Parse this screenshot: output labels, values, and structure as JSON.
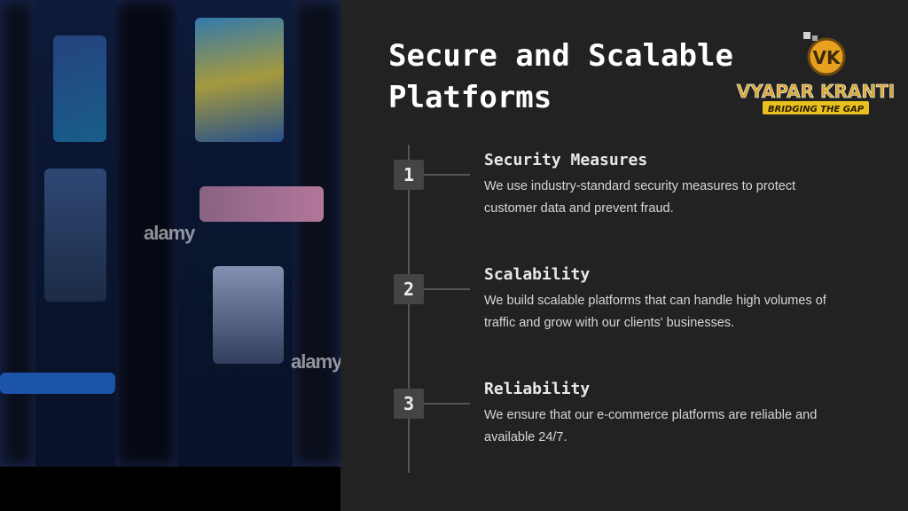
{
  "title": "Secure and Scalable Platforms",
  "logo": {
    "name": "VYAPAR KRANTI",
    "tagline": "BRIDGING THE GAP",
    "monogram": "VK"
  },
  "photo": {
    "watermarks": [
      "alamy",
      "alamy"
    ]
  },
  "steps": [
    {
      "number": "1",
      "heading": "Security Measures",
      "description": "We use industry-standard security measures to protect customer data and prevent fraud."
    },
    {
      "number": "2",
      "heading": "Scalability",
      "description": "We build scalable platforms that can handle high volumes of traffic and grow with our clients' businesses."
    },
    {
      "number": "3",
      "heading": "Reliability",
      "description": "We ensure that our e-commerce platforms are reliable and available 24/7."
    }
  ],
  "colors": {
    "background": "#222222",
    "text": "#ffffff",
    "accent_gold": "#e8b020",
    "badge": "#444444"
  }
}
